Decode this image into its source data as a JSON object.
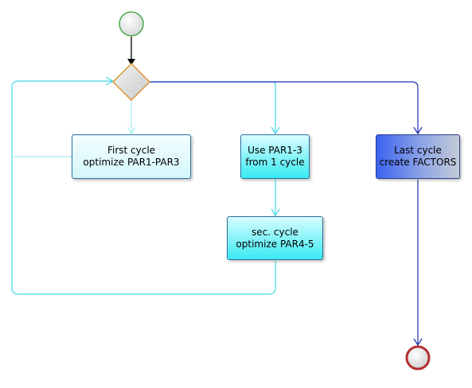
{
  "diagram": {
    "nodes": {
      "first_cycle": {
        "text": "First cycle\noptimize PAR1-PAR3"
      },
      "use_par": {
        "text": "Use PAR1-3\nfrom 1 cycle"
      },
      "sec_cycle": {
        "text": "sec. cycle\noptimize PAR4-5"
      },
      "last_cycle": {
        "text": "Last cycle\ncreate FACTORS"
      }
    },
    "colors": {
      "initial_stroke": "#33a033",
      "final_stroke": "#b03030",
      "decision_stroke": "#e08a20",
      "cyan_flow": "#44d9e6",
      "light_flow": "#a8eef3",
      "blue_flow": "#1a2fb0",
      "black_flow": "#000000"
    }
  }
}
